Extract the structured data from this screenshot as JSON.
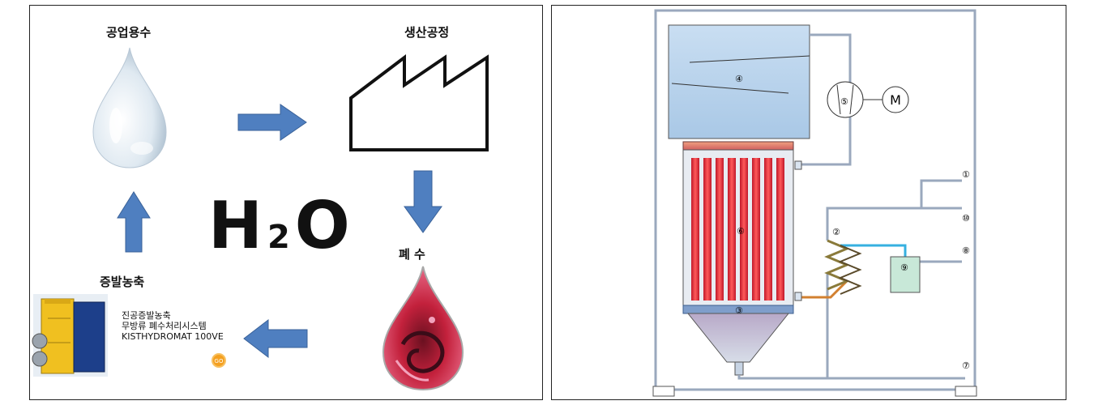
{
  "left": {
    "labels": {
      "industrial_water": "공업용수",
      "production_process": "생산공정",
      "wastewater": "폐 수",
      "evaporation": "증발농축"
    },
    "h2o": {
      "h": "H",
      "two": "2",
      "o": "O"
    },
    "product_text": {
      "line1": "진공증발농축",
      "line2": "무방류 폐수처리시스템",
      "line3": "KISTHYDROMAT 100VE"
    },
    "badge": "GO"
  },
  "right": {
    "numbers": [
      "①",
      "②",
      "③",
      "④",
      "⑤",
      "⑥",
      "⑦",
      "⑧",
      "⑨",
      "⑩"
    ],
    "motor": "M"
  },
  "colors": {
    "arrow_blue": "#4f7fc0",
    "pipe_grey": "#9aa8bd",
    "tank_blue": "#bcd6ee",
    "tube_red": "#e53a3a",
    "plate_blue": "#7f9ecb",
    "machine_yellow": "#f0c020"
  }
}
